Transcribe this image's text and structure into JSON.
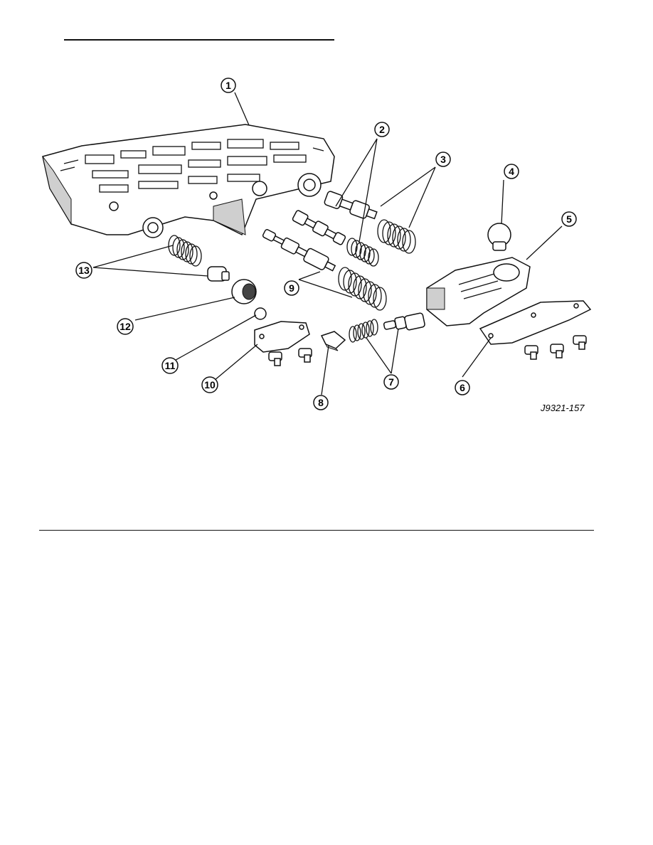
{
  "figure": {
    "code": "J9321-157",
    "callouts": [
      "1",
      "2",
      "3",
      "4",
      "5",
      "6",
      "7",
      "8",
      "9",
      "10",
      "11",
      "12",
      "13"
    ]
  },
  "icons": [
    "valve-body-icon",
    "valve-spool-icon",
    "spring-icon",
    "plug-icon",
    "end-plate-icon",
    "cover-plate-icon",
    "screw-icon",
    "retainer-clip-icon"
  ]
}
